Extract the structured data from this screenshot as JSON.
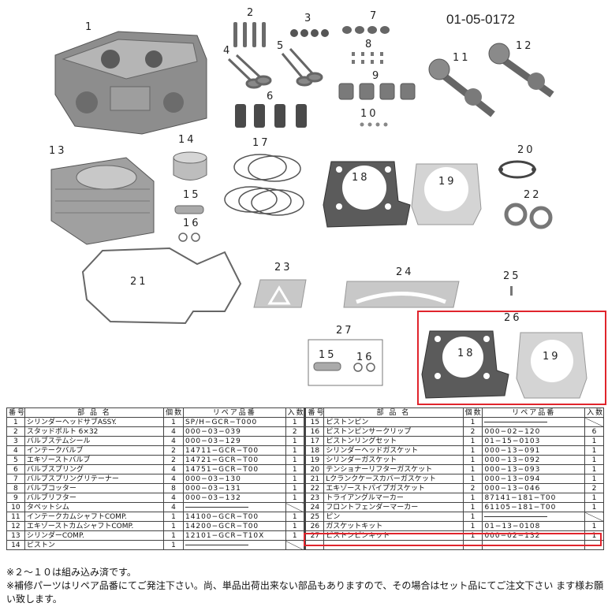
{
  "catalog_code": "01-05-0172",
  "labels": {
    "p1": "1",
    "p2": "2",
    "p3": "3",
    "p4": "4",
    "p5": "5",
    "p6": "6",
    "p7": "7",
    "p8": "8",
    "p9": "9",
    "p10": "10",
    "p11": "11",
    "p12": "12",
    "p13": "13",
    "p14": "14",
    "p15": "15",
    "p16": "16",
    "p17": "17",
    "p18": "18",
    "p19": "19",
    "p20": "20",
    "p21": "21",
    "p22": "22",
    "p23": "23",
    "p24": "24",
    "p25": "25",
    "p26": "26",
    "p27": "27",
    "kit27_15": "15",
    "kit27_16": "16",
    "kit26_18": "18",
    "kit26_19": "19"
  },
  "table": {
    "headers": {
      "no": "番号",
      "name": "部 品 名",
      "qty": "個数",
      "repair": "リペア品番",
      "set": "入数"
    },
    "left_rows": [
      {
        "no": "1",
        "name": "シリンダーヘッドサブASSY.",
        "qty": "1",
        "repair": "SP/H−GCR−T000",
        "set": "1"
      },
      {
        "no": "2",
        "name": "スタッドボルト 6×32",
        "qty": "4",
        "repair": "000−03−039",
        "set": "2"
      },
      {
        "no": "3",
        "name": "バルブステムシール",
        "qty": "4",
        "repair": "000−03−129",
        "set": "1"
      },
      {
        "no": "4",
        "name": "インテークバルブ",
        "qty": "2",
        "repair": "14711−GCR−T00",
        "set": "1"
      },
      {
        "no": "5",
        "name": "エキゾーストバルブ",
        "qty": "2",
        "repair": "14721−GCR−T00",
        "set": "1"
      },
      {
        "no": "6",
        "name": "バルブスプリング",
        "qty": "4",
        "repair": "14751−GCR−T00",
        "set": "1"
      },
      {
        "no": "7",
        "name": "バルブスプリングリテーナー",
        "qty": "4",
        "repair": "000−03−130",
        "set": "1"
      },
      {
        "no": "8",
        "name": "バルブコッター",
        "qty": "8",
        "repair": "000−03−131",
        "set": "1"
      },
      {
        "no": "9",
        "name": "バルブリフター",
        "qty": "4",
        "repair": "000−03−132",
        "set": "1"
      },
      {
        "no": "10",
        "name": "タペットシム",
        "qty": "4",
        "repair": "",
        "set": ""
      },
      {
        "no": "11",
        "name": "インテークカムシャフトCOMP.",
        "qty": "1",
        "repair": "14100−GCR−T00",
        "set": "1"
      },
      {
        "no": "12",
        "name": "エキゾーストカムシャフトCOMP.",
        "qty": "1",
        "repair": "14200−GCR−T00",
        "set": "1"
      },
      {
        "no": "13",
        "name": "シリンダーCOMP.",
        "qty": "1",
        "repair": "12101−GCR−T10X",
        "set": "1"
      },
      {
        "no": "14",
        "name": "ピストン",
        "qty": "1",
        "repair": "",
        "set": ""
      }
    ],
    "right_rows": [
      {
        "no": "15",
        "name": "ピストンピン",
        "qty": "1",
        "repair": "",
        "set": ""
      },
      {
        "no": "16",
        "name": "ピストンピンサークリップ",
        "qty": "2",
        "repair": "000−02−120",
        "set": "6"
      },
      {
        "no": "17",
        "name": "ピストンリングセット",
        "qty": "1",
        "repair": "01−15−0103",
        "set": "1"
      },
      {
        "no": "18",
        "name": "シリンダーヘッドガスケット",
        "qty": "1",
        "repair": "000−13−091",
        "set": "1"
      },
      {
        "no": "19",
        "name": "シリンダーガスケット",
        "qty": "1",
        "repair": "000−13−092",
        "set": "1"
      },
      {
        "no": "20",
        "name": "テンショナーリフターガスケット",
        "qty": "1",
        "repair": "000−13−093",
        "set": "1"
      },
      {
        "no": "21",
        "name": "Lクランクケースカバーガスケット",
        "qty": "1",
        "repair": "000−13−094",
        "set": "1"
      },
      {
        "no": "22",
        "name": "エキゾーストパイプガスケット",
        "qty": "2",
        "repair": "000−13−046",
        "set": "2"
      },
      {
        "no": "23",
        "name": "トライアングルマーカー",
        "qty": "1",
        "repair": "87141−181−T00",
        "set": "1"
      },
      {
        "no": "24",
        "name": "フロントフェンダーマーカー",
        "qty": "1",
        "repair": "61105−181−T00",
        "set": "1"
      },
      {
        "no": "25",
        "name": "ピン",
        "qty": "1",
        "repair": "",
        "set": ""
      },
      {
        "no": "26",
        "name": "ガスケットキット",
        "qty": "1",
        "repair": "01−13−0108",
        "set": "1"
      },
      {
        "no": "27",
        "name": "ピストンピンキット",
        "qty": "1",
        "repair": "000−02−132",
        "set": "1"
      }
    ]
  },
  "notes": {
    "note1": "※２〜１０は組み込み済です。",
    "note2": "※補修パーツはリペア品番にてご発注下さい。尚、単品出荷出来ない部品もありますので、その場合はセット品にてご注文下さい ます様お願い致します。"
  },
  "colors": {
    "highlight": "#e0242c",
    "line": "#444444"
  }
}
